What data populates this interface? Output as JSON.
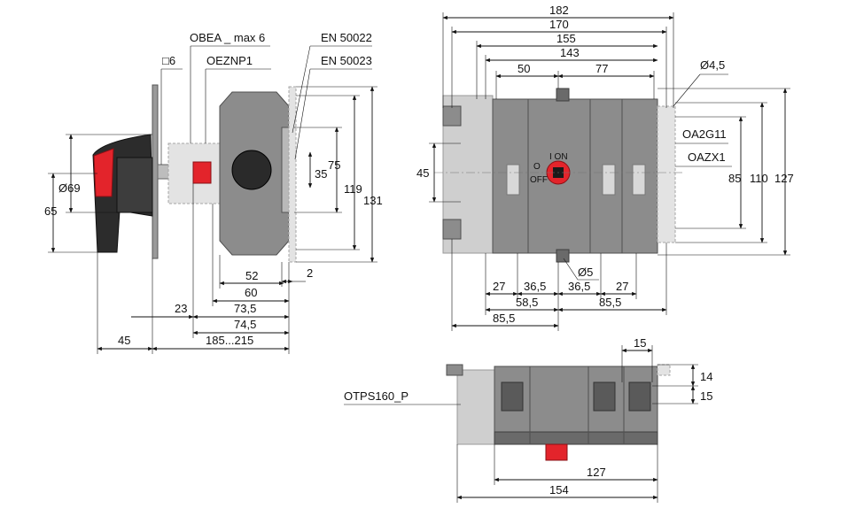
{
  "colors": {
    "handle_red": "#e3242b",
    "body_gray": "#8c8c8c",
    "accessory_gray": "#cfcfcf",
    "knob_black": "#2a2a2a"
  },
  "side_view": {
    "labels": {
      "obea": "OBEA _ max 6",
      "en50022": "EN 50022",
      "shaft_square": "□6",
      "oeznp1": "OEZNP1",
      "en50023": "EN 50023"
    },
    "dims": {
      "d69": "Ø69",
      "h65": "65",
      "h75": "75",
      "h35": "35",
      "h119": "119",
      "h131": "131",
      "w52": "52",
      "w2": "2",
      "w60": "60",
      "w23": "23",
      "w73_5": "73,5",
      "w74_5": "74,5",
      "w45": "45",
      "w185_215": "185...215"
    }
  },
  "front_view": {
    "dims": {
      "w182": "182",
      "w170": "170",
      "w155": "155",
      "w143": "143",
      "w50": "50",
      "w77": "77",
      "d4_5": "Ø4,5",
      "h45": "45",
      "h85": "85",
      "h110": "110",
      "h127": "127",
      "d5": "Ø5",
      "w27a": "27",
      "w36_5a": "36,5",
      "w36_5b": "36,5",
      "w27b": "27",
      "w58_5": "58,5",
      "w85_5r": "85,5",
      "w85_5l": "85,5"
    },
    "labels": {
      "oa2g11": "OA2G11",
      "oazx1": "OAZX1",
      "on": "I  ON",
      "off_o": "O",
      "off": "OFF"
    }
  },
  "bottom_view": {
    "labels": {
      "otps": "OTPS160_P"
    },
    "dims": {
      "w15": "15",
      "h14": "14",
      "h15": "15",
      "w127": "127",
      "w154": "154"
    }
  }
}
